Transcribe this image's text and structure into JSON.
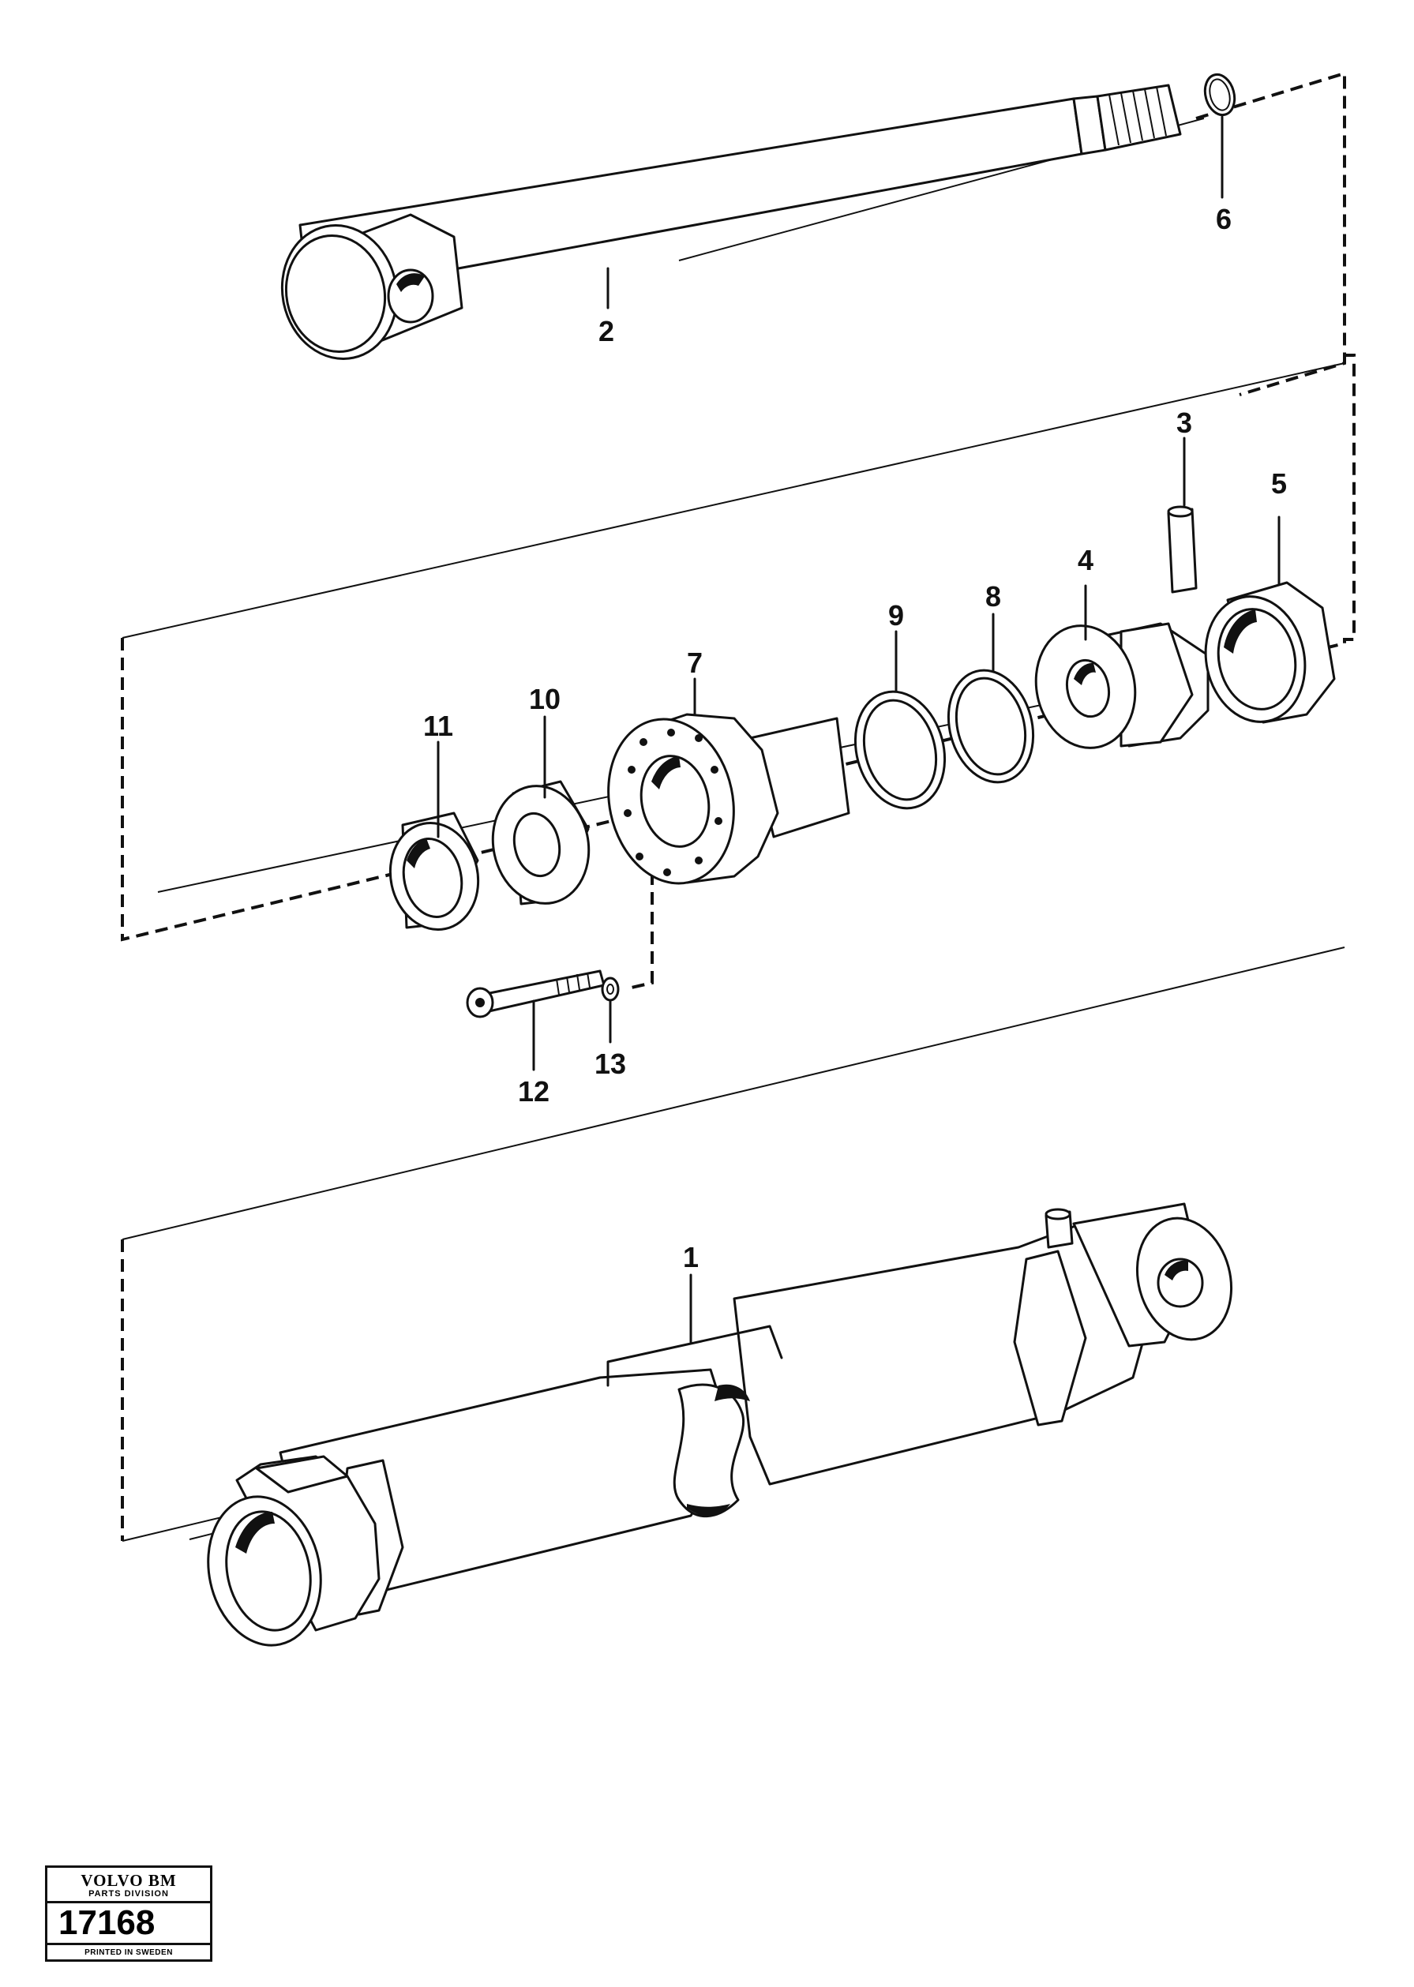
{
  "callouts": [
    {
      "id": "label-1",
      "text": "1"
    },
    {
      "id": "label-2",
      "text": "2"
    },
    {
      "id": "label-3",
      "text": "3"
    },
    {
      "id": "label-4",
      "text": "4"
    },
    {
      "id": "label-5",
      "text": "5"
    },
    {
      "id": "label-6",
      "text": "6"
    },
    {
      "id": "label-7",
      "text": "7"
    },
    {
      "id": "label-8",
      "text": "8"
    },
    {
      "id": "label-9",
      "text": "9"
    },
    {
      "id": "label-10",
      "text": "10"
    },
    {
      "id": "label-11",
      "text": "11"
    },
    {
      "id": "label-12",
      "text": "12"
    },
    {
      "id": "label-13",
      "text": "13"
    }
  ],
  "badge": {
    "brand": "VOLVO BM",
    "division": "PARTS DIVISION",
    "number": "17168",
    "printed": "PRINTED IN SWEDEN"
  }
}
